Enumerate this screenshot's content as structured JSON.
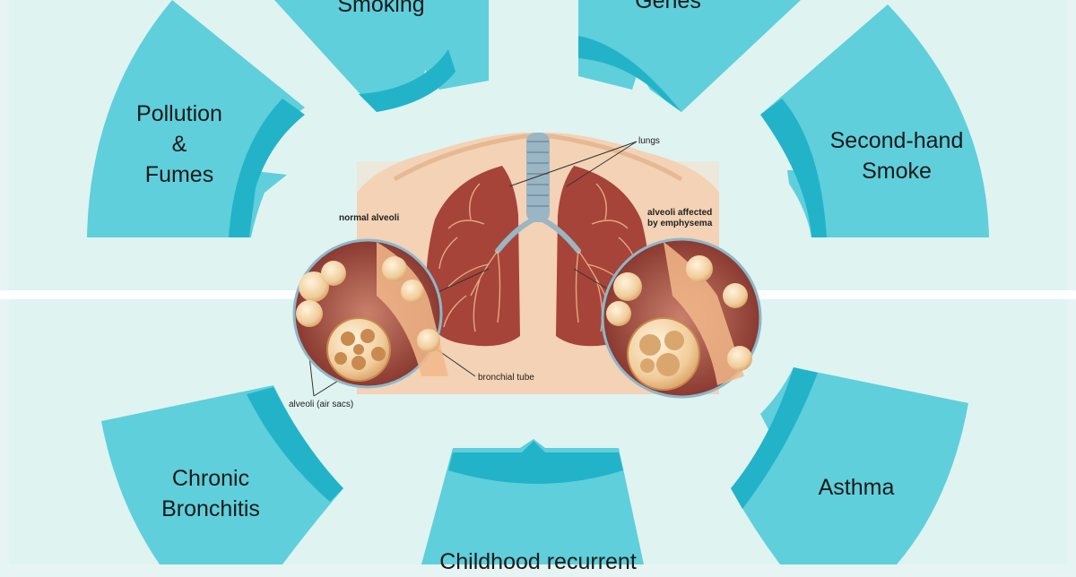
{
  "factors": {
    "smoking": "Smoking",
    "genes": "Genes",
    "pollution": "Pollution\n&\nFumes",
    "second_hand": "Second-hand\nSmoke",
    "chronic_bronchitis": "Chronic\nBronchitis",
    "asthma": "Asthma",
    "childhood": "Childhood recurrent"
  },
  "illustration": {
    "lungs": "lungs",
    "normal_alveoli": "normal alveoli",
    "affected": "alveoli affected\nby emphysema",
    "bronchial_tube": "bronchial tube",
    "air_sacs": "alveoli (air sacs)"
  },
  "colors": {
    "panel_bg": "#dff3f1",
    "wedge_light": "#5fcfdb",
    "wedge_dark": "#22b3c9",
    "lung": "#a6443a",
    "skin": "#f3d2b5"
  }
}
